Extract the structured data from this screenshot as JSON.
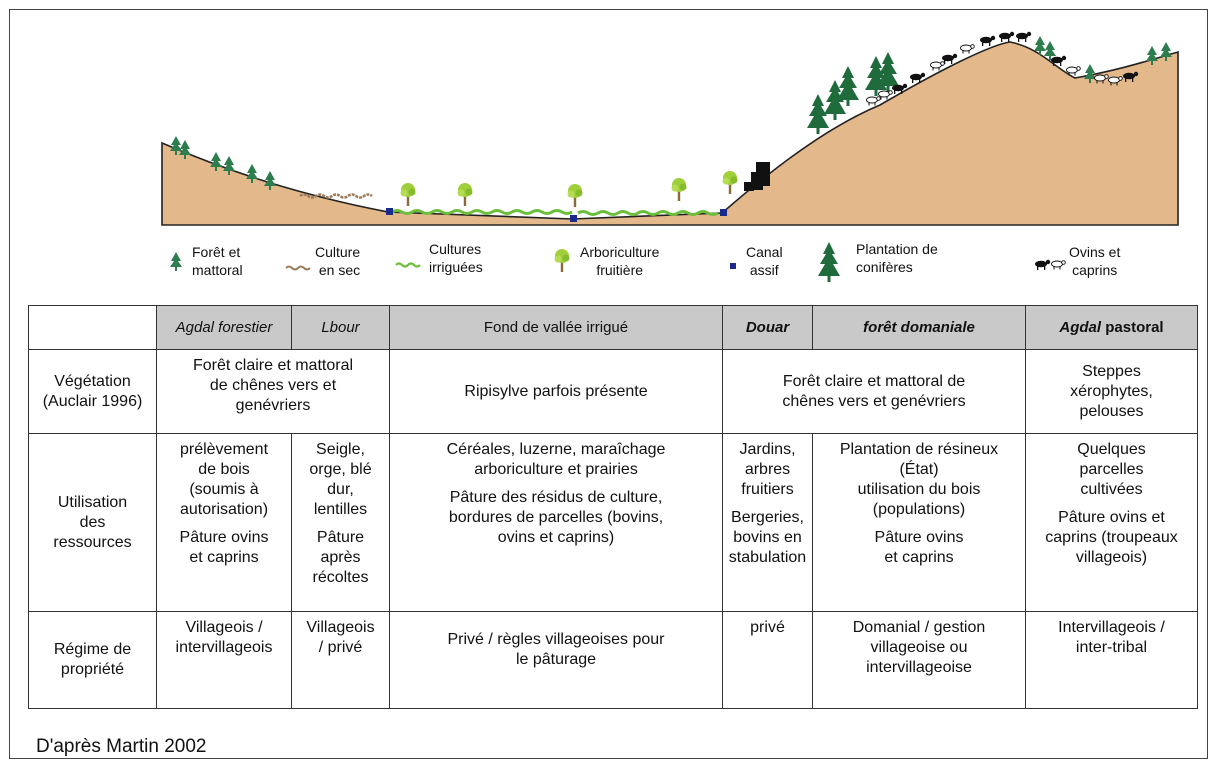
{
  "legend": {
    "foret_mattoral": "Forêt et\nmattoral",
    "culture_sec": "Culture\nen sec",
    "cultures_irriguees": "Cultures\nirriguées",
    "arboriculture": "Arboriculture\nfruitière",
    "canal": "Canal\nassif",
    "coniferes": "Plantation de\nconifères",
    "ovins": "Ovins et\ncaprins"
  },
  "table": {
    "headers": {
      "agdal_forestier": "Agdal forestier",
      "lbour": "Lbour",
      "fond_vallee": "Fond de vallée irrigué",
      "douar": "Douar",
      "foret_domaniale": "forêt domaniale",
      "agdal_word": "Agdal",
      "pastoral_word": " pastoral"
    },
    "vegetation": {
      "label": "Végétation\n(Auclair 1996)",
      "forest_left": "Forêt claire et mattoral\nde chênes vers et\ngenévriers",
      "valley": "Ripisylve parfois présente",
      "forest_right": "Forêt claire et mattoral de\nchênes vers et genévriers",
      "pastoral": "Steppes\nxérophytes,\npelouses"
    },
    "utilisation": {
      "label": "Utilisation\ndes\nressources",
      "agdal_a": "prélèvement\nde bois\n(soumis à\nautorisation)",
      "agdal_b": "Pâture ovins\net caprins",
      "lbour_a": "Seigle,\norge, blé\ndur,\nlentilles",
      "lbour_b": "Pâture\naprès\nrécoltes",
      "valley_a": "Céréales, luzerne, maraîchage\narboriculture  et prairies",
      "valley_b": "Pâture des résidus de culture,\nbordures de parcelles (bovins,\novins et caprins)",
      "douar_a": "Jardins,\narbres\nfruitiers",
      "douar_b": "Bergeries,\nbovins en\nstabulation",
      "domaniale_a": "Plantation de résineux\n(État)\nutilisation du bois\n(populations)",
      "domaniale_b": "Pâture ovins\net caprins",
      "pastoral_a": "Quelques\nparcelles\ncultivées",
      "pastoral_b": "Pâture ovins et\ncaprins (troupeaux\nvillageois)"
    },
    "propriete": {
      "label": "Régime de\npropriété",
      "agdal": "Villageois /\nintervillageois",
      "lbour": "Villageois\n/ privé",
      "valley": "Privé / règles villageoises pour\nle pâturage",
      "douar": "privé",
      "domaniale": "Domanial / gestion\nvillageoise ou\nintervillageoise",
      "pastoral": "Intervillageois /\ninter-tribal"
    }
  },
  "source_note": "D'après Martin 2002",
  "colors": {
    "terrain": "#e3b88a",
    "forest": "#2e7d4f",
    "conifer": "#1f6b3c",
    "crop_irrigated": "#6bbf3a",
    "crop_dry": "#9a7a5a",
    "fruit_tree": "#9fcf3a",
    "trunk": "#8a6a3a",
    "canal": "#1a2a8c",
    "douar": "#111111",
    "header_gray": "#c9c9c9"
  },
  "icons": [
    "forest-tree-icon",
    "dry-crop-icon",
    "irrigated-crop-icon",
    "fruit-tree-icon",
    "canal-icon",
    "conifer-icon",
    "sheep-goat-icon"
  ]
}
